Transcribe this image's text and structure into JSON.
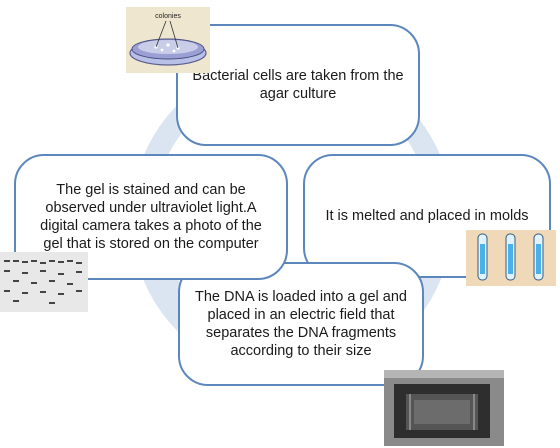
{
  "steps": [
    {
      "id": "top",
      "text": "Bacterial cells are taken from the agar culture"
    },
    {
      "id": "right",
      "text": "It is melted and placed in molds"
    },
    {
      "id": "bottom",
      "text": "The DNA is loaded into a gel and placed in an electric field that separates the DNA fragments according to their size"
    },
    {
      "id": "left",
      "text": "The gel is stained and can be observed under ultraviolet light.A digital camera takes a photo of the gel that is stored on the computer"
    }
  ],
  "images": {
    "petri_dish_label": "colonies"
  },
  "colors": {
    "box_border": "#5b87bd",
    "cycle_arrow": "#dbe5f1"
  }
}
